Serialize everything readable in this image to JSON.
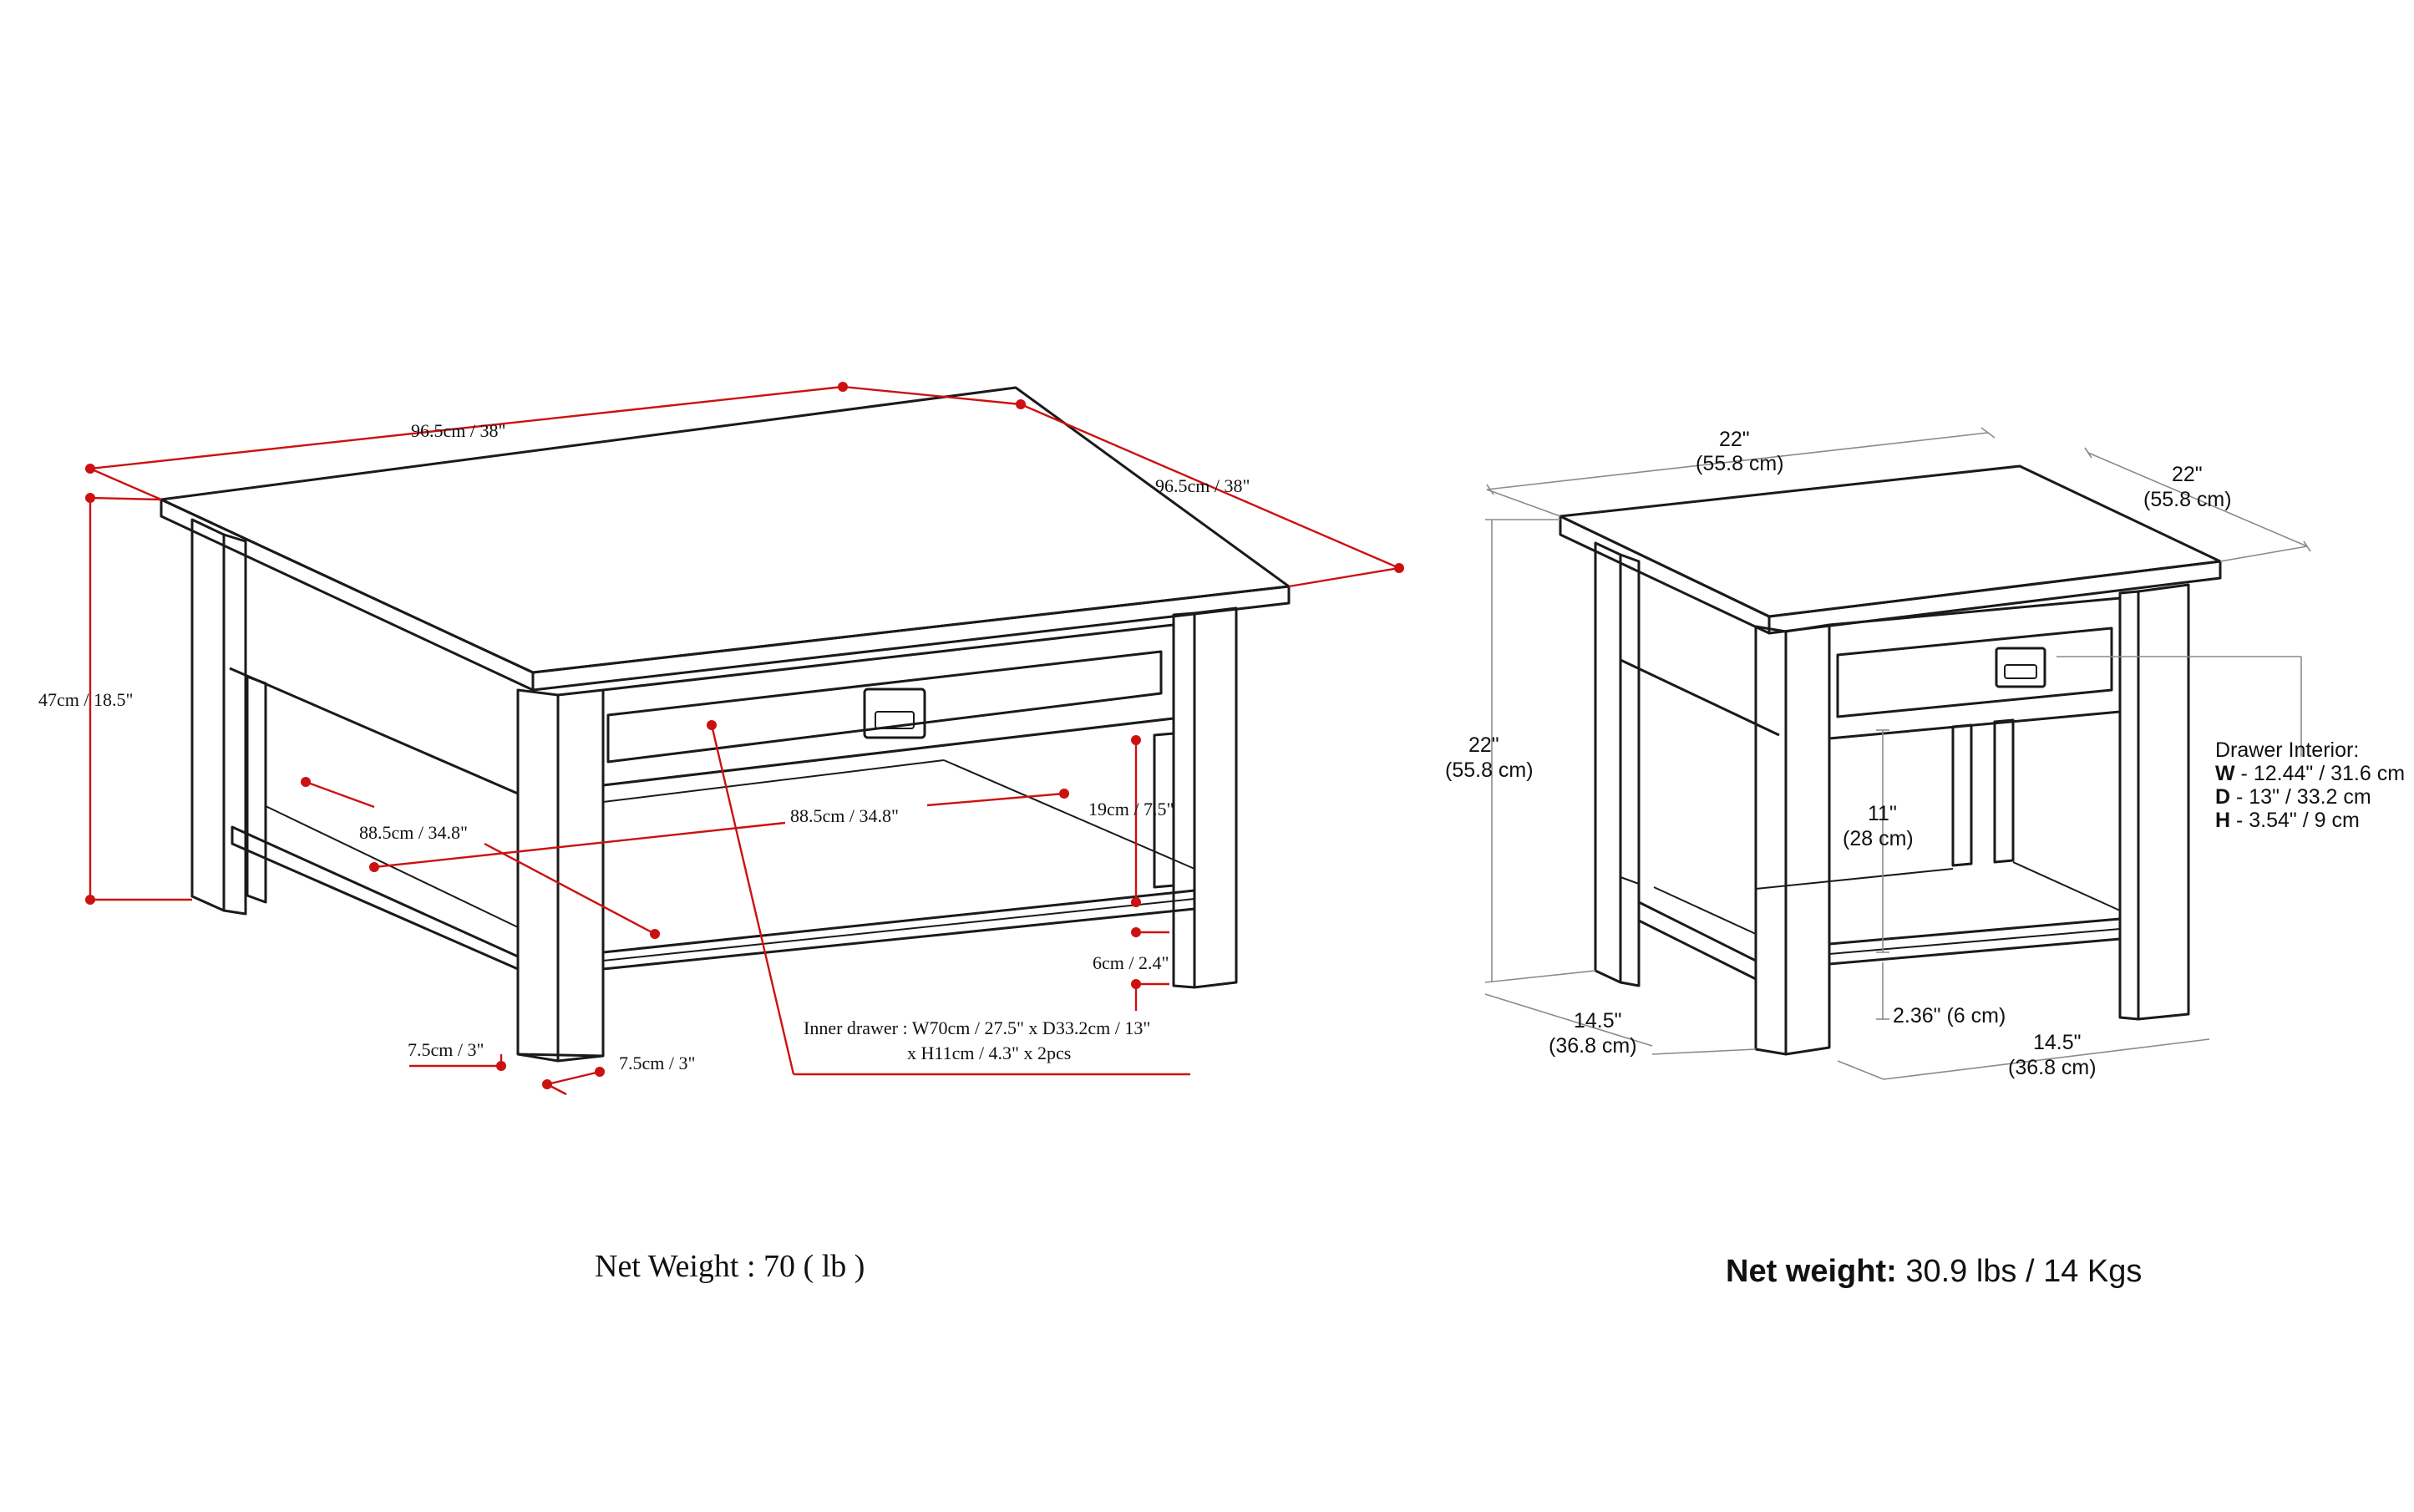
{
  "colors": {
    "accent": "#cc1111",
    "dimension_gray": "#8a8a8a",
    "line": "#1a1a1a"
  },
  "coffee_table": {
    "width": "96.5cm / 38\"",
    "depth": "96.5cm / 38\"",
    "height": "47cm / 18.5\"",
    "shelf_width_left": "88.5cm / 34.8\"",
    "shelf_width_front": "88.5cm / 34.8\"",
    "shelf_clearance": "19cm / 7.5\"",
    "shelf_height": "6cm / 2.4\"",
    "leg_left": "7.5cm / 3\"",
    "leg_front": "7.5cm / 3\"",
    "inner_drawer_line1": "Inner drawer : W70cm / 27.5\" x D33.2cm / 13\"",
    "inner_drawer_line2": "x H11cm / 4.3\" x 2pcs",
    "net_weight": "Net Weight : 70 ( lb )"
  },
  "end_table": {
    "width_in": "22\"",
    "width_cm": "(55.8 cm)",
    "depth_in": "22\"",
    "depth_cm": "(55.8 cm)",
    "height_in": "22\"",
    "height_cm": "(55.8 cm)",
    "shelf_gap_in": "11\"",
    "shelf_gap_cm": "(28 cm)",
    "shelf_height": "2.36\" (6 cm)",
    "leg_left_in": "14.5\"",
    "leg_left_cm": "(36.8 cm)",
    "leg_right_in": "14.5\"",
    "leg_right_cm": "(36.8 cm)",
    "drawer_title": "Drawer Interior:",
    "drawer_w_key": "W",
    "drawer_w_val": " - 12.44\" / 31.6 cm",
    "drawer_d_key": "D",
    "drawer_d_val": " - 13\" / 33.2 cm",
    "drawer_h_key": "H",
    "drawer_h_val": " - 3.54\" / 9 cm",
    "net_weight_label": "Net weight:",
    "net_weight_value": " 30.9 lbs / 14 Kgs"
  }
}
